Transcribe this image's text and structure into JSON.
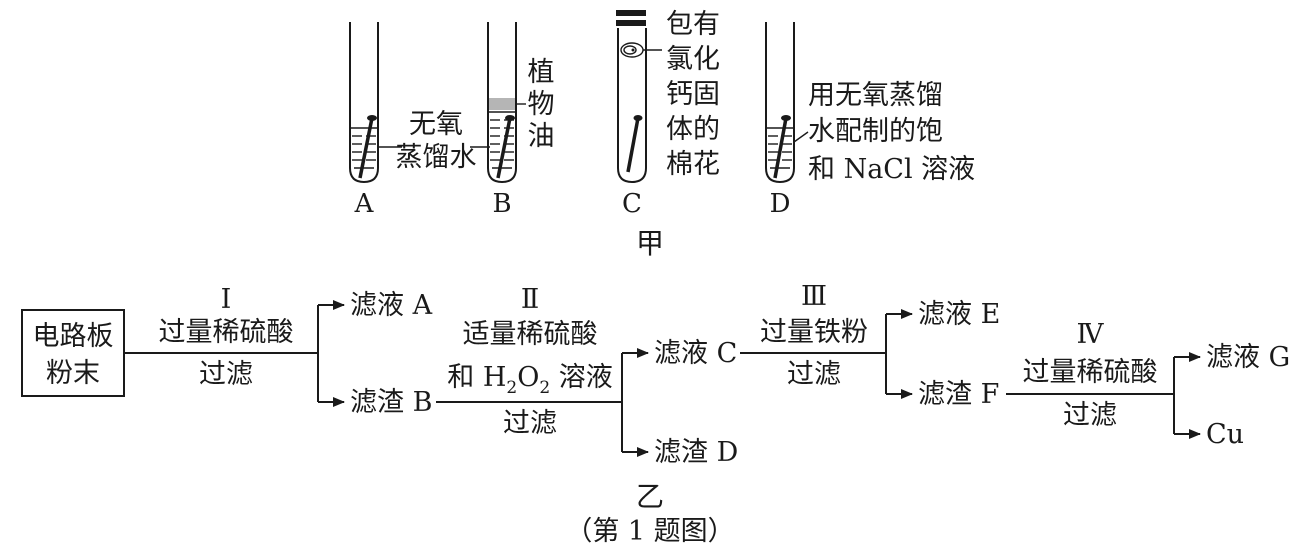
{
  "part_jia": {
    "caption": "甲",
    "tubes": [
      {
        "letter": "A"
      },
      {
        "letter": "B"
      },
      {
        "letter": "C"
      },
      {
        "letter": "D"
      }
    ],
    "labels": {
      "water_line1": "无氧",
      "water_line2": "蒸馏水",
      "oil_line1": "植",
      "oil_line2": "物",
      "oil_line3": "油",
      "cacl2_line1": "包有",
      "cacl2_line2": "氯化",
      "cacl2_line3": "钙固",
      "cacl2_line4": "体的",
      "cacl2_line5": "棉花",
      "nacl_line1": "用无氧蒸馏",
      "nacl_line2": "水配制的饱",
      "nacl_line3": "和 NaCl 溶液"
    }
  },
  "part_yi": {
    "caption": "乙",
    "figure_note": "（第 1 题图）",
    "start_box_line1": "电路板",
    "start_box_line2": "粉末",
    "steps": [
      {
        "numeral": "Ⅰ",
        "reagent": "过量稀硫酸",
        "operation": "过滤"
      },
      {
        "numeral": "Ⅱ",
        "reagent_line1": "适量稀硫酸",
        "reagent_line2_prefix": "和 H",
        "reagent_line2_sub1": "2",
        "reagent_line2_mid": "O",
        "reagent_line2_sub2": "2",
        "reagent_line2_suffix": " 溶液",
        "operation": "过滤"
      },
      {
        "numeral": "Ⅲ",
        "reagent": "过量铁粉",
        "operation": "过滤"
      },
      {
        "numeral": "Ⅳ",
        "reagent": "过量稀硫酸",
        "operation": "过滤"
      }
    ],
    "products": {
      "filtrate_a": "滤液 A",
      "residue_b": "滤渣 B",
      "filtrate_c": "滤液 C",
      "residue_d": "滤渣 D",
      "filtrate_e": "滤液 E",
      "residue_f": "滤渣 F",
      "filtrate_g": "滤液 G",
      "cu": "Cu"
    }
  }
}
